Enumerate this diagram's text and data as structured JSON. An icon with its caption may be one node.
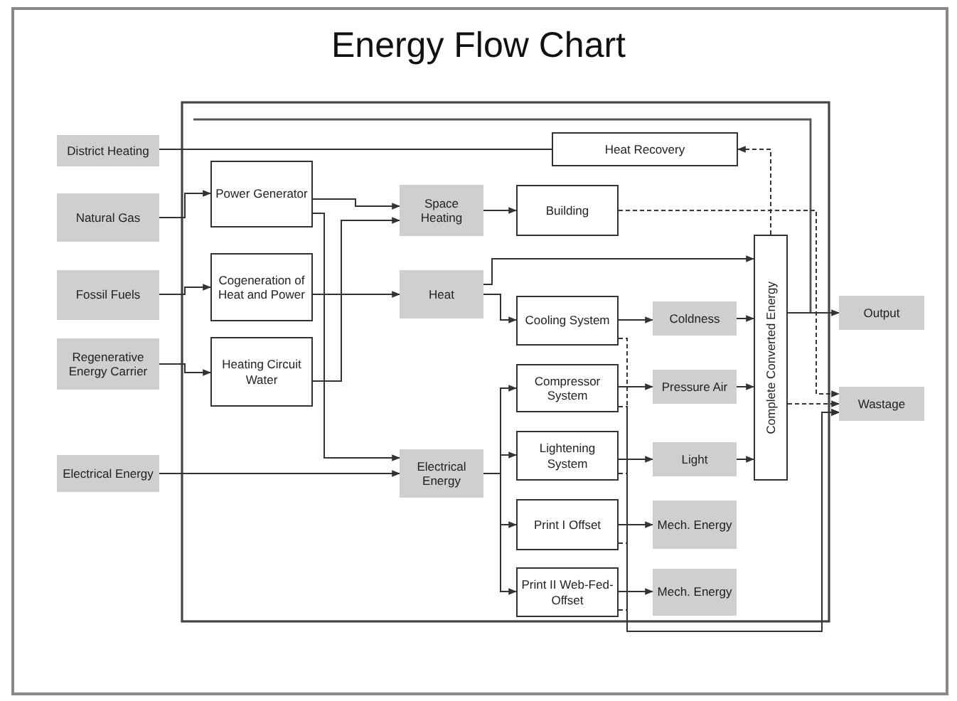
{
  "diagram": {
    "title": "Energy Flow Chart",
    "nodes": [
      {
        "text": [
          "District Heating"
        ]
      },
      {
        "text": [
          "Natural Gas"
        ]
      },
      {
        "text": [
          "Fossil Fuels"
        ]
      },
      {
        "text": [
          "Regenerative Energy Carrier"
        ]
      },
      {
        "text": [
          "Electrical Energy"
        ]
      },
      {
        "text": [
          "Power Generator"
        ]
      },
      {
        "text": [
          "Cogeneration of Heat and Power"
        ]
      },
      {
        "text": [
          "Heating Circuit Water"
        ]
      },
      {
        "text": [
          "Heat Recovery"
        ]
      },
      {
        "text": [
          "Space Heating"
        ]
      },
      {
        "text": [
          "Building"
        ]
      },
      {
        "text": [
          "Heat"
        ]
      },
      {
        "text": [
          "Electrical Energy"
        ]
      },
      {
        "text": [
          "Cooling System"
        ]
      },
      {
        "text": [
          "Compressor System"
        ]
      },
      {
        "text": [
          "Lightening System"
        ]
      },
      {
        "text": [
          "Print I Offset"
        ]
      },
      {
        "text": [
          "Print II Web-Fed-Offset"
        ]
      },
      {
        "text": [
          "Coldness"
        ]
      },
      {
        "text": [
          "Pressure Air"
        ]
      },
      {
        "text": [
          "Light"
        ]
      },
      {
        "text": [
          "Mech. Energy"
        ]
      },
      {
        "text": [
          "Mech. Energy"
        ]
      },
      {
        "text": [
          "Complete Converted Energy"
        ]
      },
      {
        "text": [
          "Output"
        ]
      },
      {
        "text": [
          "Wastage"
        ]
      }
    ],
    "edges": [
      {
        "from": 0,
        "to": 8,
        "arrow": "none"
      },
      {
        "from": 1,
        "to": 5,
        "arrow": "to"
      },
      {
        "from": 2,
        "to": 6,
        "arrow": "to"
      },
      {
        "from": 3,
        "to": 7,
        "arrow": "to"
      },
      {
        "from": 4,
        "to": 12,
        "arrow": "to"
      },
      {
        "from": 5,
        "to": 12,
        "arrow": "to"
      },
      {
        "from": 5,
        "to": 9,
        "arrow": "to"
      },
      {
        "from": 6,
        "to": 11,
        "arrow": "to"
      },
      {
        "from": 7,
        "to": 9,
        "arrow": "to"
      },
      {
        "from": 9,
        "to": 10,
        "arrow": "to"
      },
      {
        "from": 10,
        "to": 25,
        "arrow": "to",
        "style": "dashed"
      },
      {
        "from": 11,
        "to": 13,
        "arrow": "to"
      },
      {
        "from": 11,
        "to": 23,
        "arrow": "to"
      },
      {
        "from": 12,
        "to": 14,
        "arrow": "to"
      },
      {
        "from": 12,
        "to": 15,
        "arrow": "to"
      },
      {
        "from": 12,
        "to": 16,
        "arrow": "to"
      },
      {
        "from": 12,
        "to": 17,
        "arrow": "to"
      },
      {
        "from": 13,
        "to": 18,
        "arrow": "to"
      },
      {
        "from": 14,
        "to": 19,
        "arrow": "to"
      },
      {
        "from": 15,
        "to": 20,
        "arrow": "to"
      },
      {
        "from": 16,
        "to": 21,
        "arrow": "to"
      },
      {
        "from": 17,
        "to": 22,
        "arrow": "to"
      },
      {
        "from": 18,
        "to": 23,
        "arrow": "to"
      },
      {
        "from": 19,
        "to": 23,
        "arrow": "to"
      },
      {
        "from": 20,
        "to": 23,
        "arrow": "to"
      },
      {
        "from": 23,
        "to": 24,
        "arrow": "to"
      },
      {
        "from": 23,
        "to": 25,
        "arrow": "to",
        "style": "dashed"
      },
      {
        "from": 23,
        "to": 8,
        "arrow": "to",
        "style": "dashed"
      },
      {
        "from": 13,
        "to": 25,
        "arrow": "to",
        "style": "dashed"
      },
      {
        "from": 14,
        "to": 25,
        "arrow": "to",
        "style": "dashed"
      },
      {
        "from": 15,
        "to": 25,
        "arrow": "to",
        "style": "dashed"
      },
      {
        "from": 16,
        "to": 25,
        "arrow": "to",
        "style": "dashed"
      },
      {
        "from": 17,
        "to": 25,
        "arrow": "to",
        "style": "dashed"
      }
    ]
  }
}
